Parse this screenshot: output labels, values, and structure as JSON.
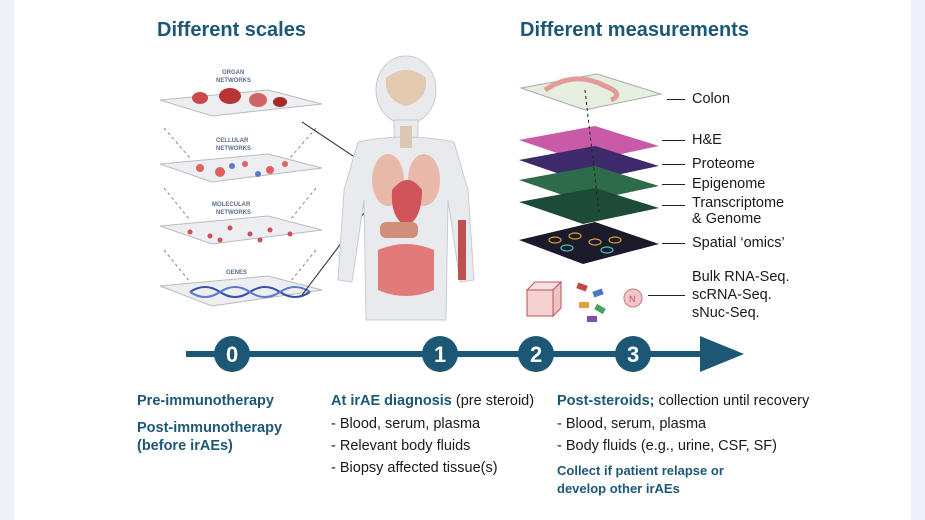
{
  "titles": {
    "left": "Different scales",
    "right": "Different measurements"
  },
  "scales": {
    "layers": [
      "ORGAN",
      "NETWORKS",
      "CELLULAR",
      "NETWORKS",
      "MOLECULAR",
      "NETWORKS",
      "GENES"
    ]
  },
  "measurements": {
    "colon": "Colon",
    "he": "H&E",
    "proteome": "Proteome",
    "epigenome": "Epigenome",
    "transcriptome": "Transcriptome",
    "genome": "& Genome",
    "spatial": "Spatial ‘omics’",
    "bulk": "Bulk RNA-Seq.",
    "scrna": "scRNA-Seq.",
    "snuc": "sNuc-Seq."
  },
  "timeline": {
    "points": [
      "0",
      "1",
      "2",
      "3"
    ],
    "color": "#1d5776"
  },
  "phases": {
    "pre": "Pre-immunotherapy",
    "post1": "Post-immunotherapy",
    "post2": "(before irAEs)",
    "at_bold": "At irAE diagnosis",
    "at_rest": " (pre steroid)",
    "at_items": [
      "- Blood, serum, plasma",
      "- Relevant body fluids",
      "- Biopsy affected tissue(s)"
    ],
    "steroids_bold": "Post-steroids;",
    "steroids_rest": "  collection until recovery",
    "steroids_items": [
      "- Blood, serum, plasma",
      "- Body fluids (e.g., urine, CSF, SF)"
    ],
    "relapse1": "Collect if patient relapse or",
    "relapse2": "develop other irAEs"
  }
}
